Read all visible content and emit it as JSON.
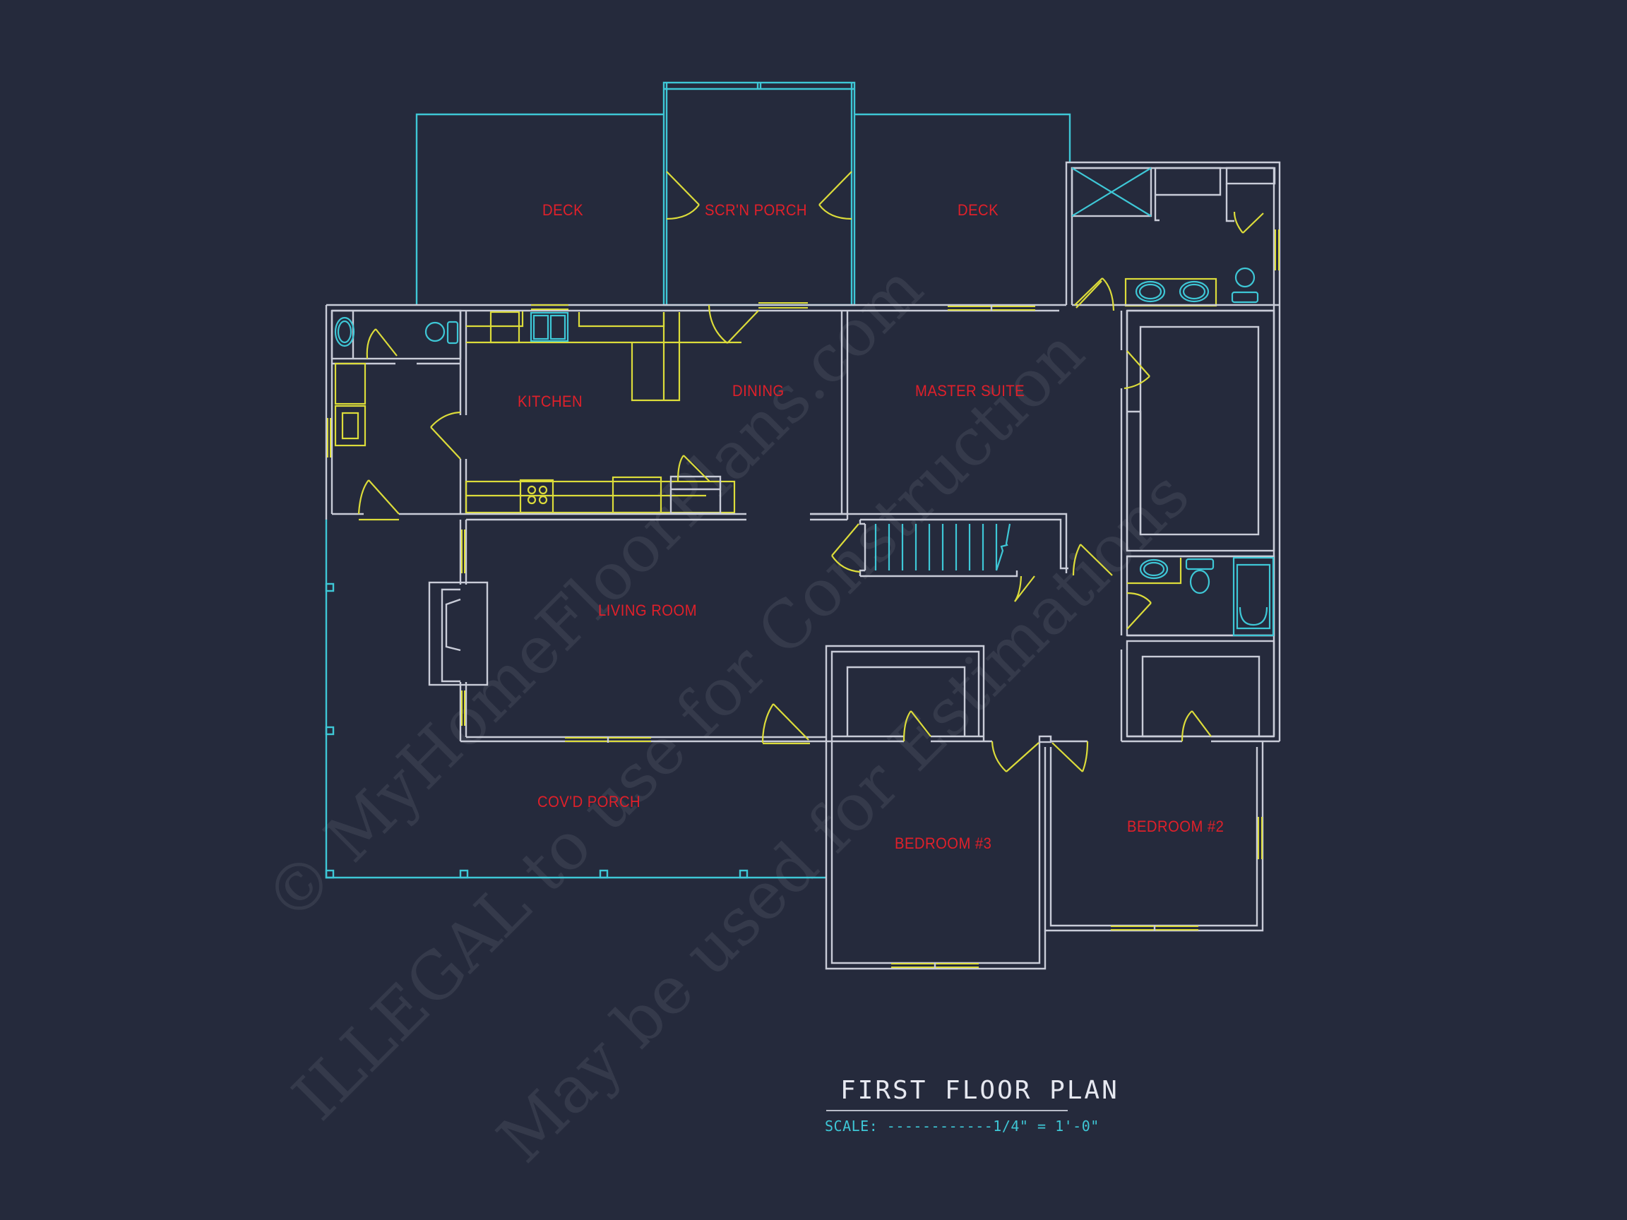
{
  "plan": {
    "title": "FIRST FLOOR PLAN",
    "scale": "SCALE: ------------1/4\" = 1'-0\""
  },
  "rooms": {
    "deck_left": "DECK",
    "screened_porch": "SCR'N PORCH",
    "deck_right": "DECK",
    "kitchen": "KITCHEN",
    "dining": "DINING",
    "master_suite": "MASTER SUITE",
    "living_room": "LIVING ROOM",
    "covered_porch": "COV'D PORCH",
    "bedroom_3": "BEDROOM #3",
    "bedroom_2": "BEDROOM #2"
  },
  "watermark": {
    "line1": "© MyHomeFloorPlans.com",
    "line2": "ILLEGAL to use for Construction",
    "line3": "May be used for Estimations"
  },
  "colors": {
    "background": "#252a3c",
    "walls": "#c9ccd8",
    "exterior_outline": "#3ec7d6",
    "doors_windows": "#dcdc3a",
    "room_labels": "#e0202a",
    "scale_text": "#3ec7d6"
  }
}
